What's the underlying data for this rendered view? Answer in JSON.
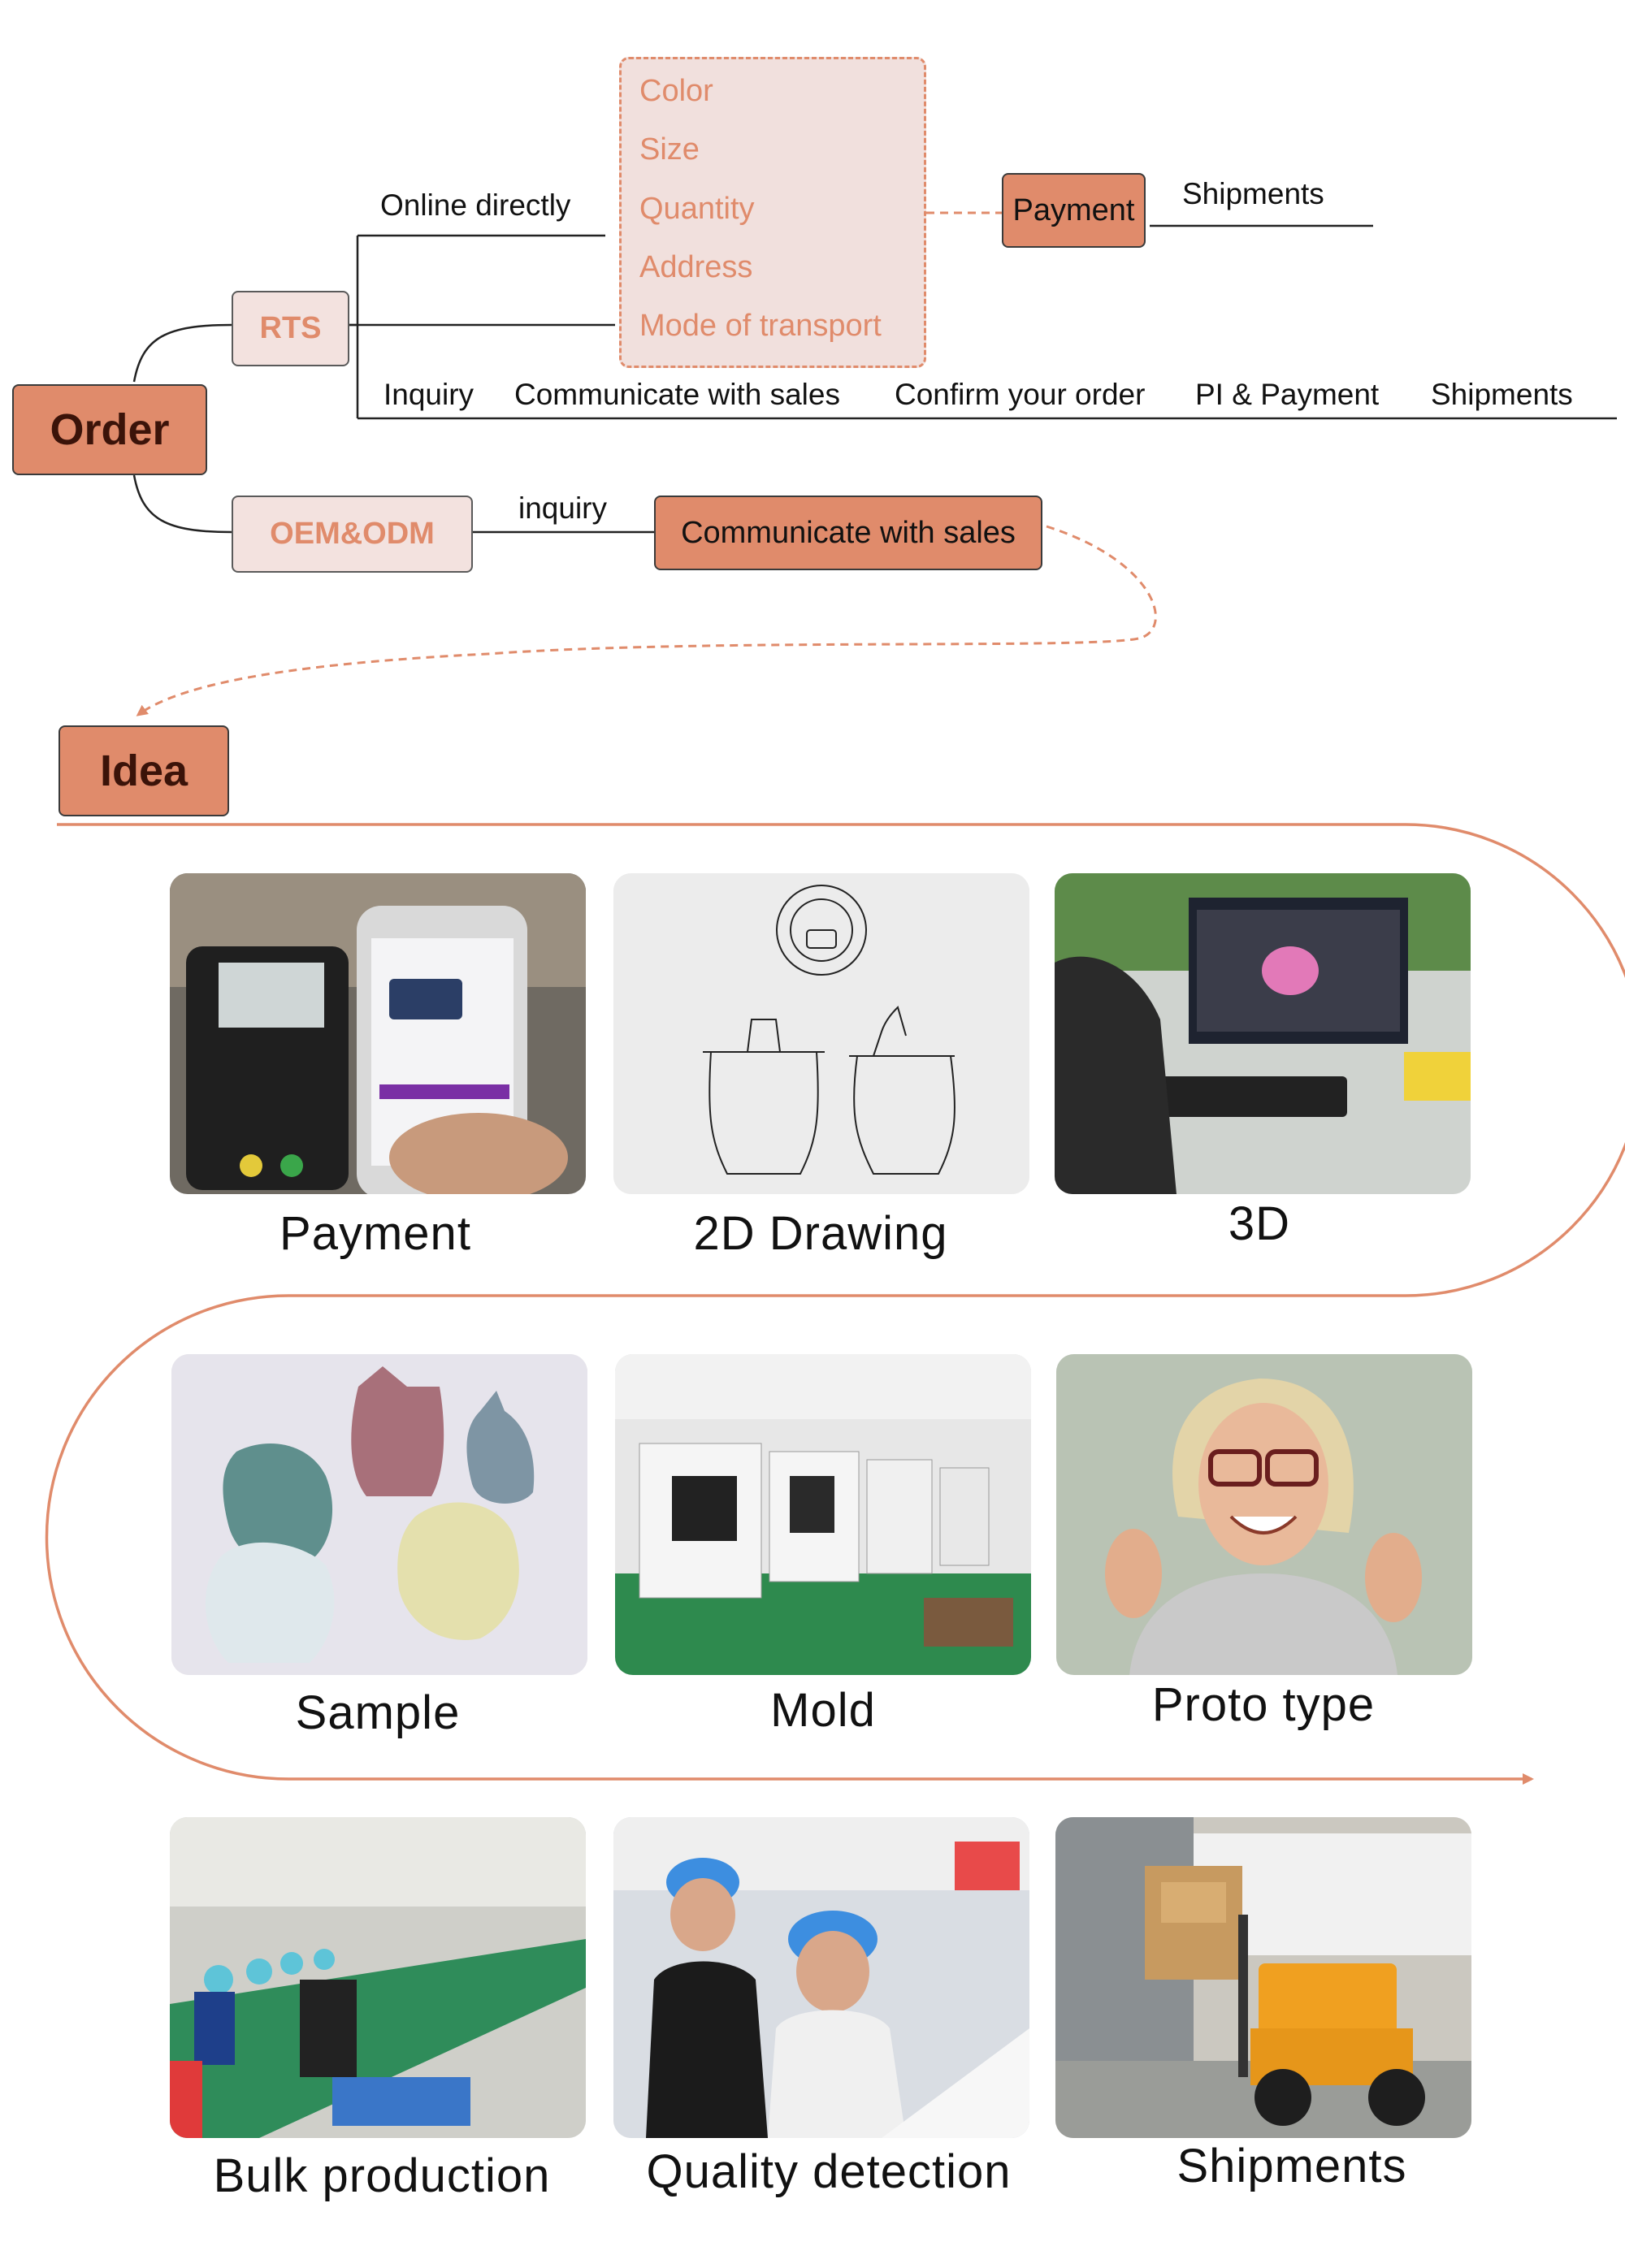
{
  "order": {
    "title": "Order",
    "rts": "RTS",
    "oem": "OEM&ODM",
    "online_label": "Online directly",
    "details": [
      "Color",
      "Size",
      "Quantity",
      "Address",
      "Mode of transport"
    ],
    "payment": "Payment",
    "shipments": "Shipments",
    "inquiry_steps": [
      "Inquiry",
      "Communicate with sales",
      "Confirm your order",
      "PI & Payment",
      "Shipments"
    ],
    "oem_inquiry": "inquiry",
    "oem_communicate": "Communicate with sales"
  },
  "idea": {
    "title": "Idea",
    "steps": [
      "Payment",
      "2D Drawing",
      "3D",
      "Sample",
      "Mold",
      "Proto type",
      "Bulk production",
      "Quality detection",
      "Shipments"
    ]
  },
  "colors": {
    "accent": "#e08b6b",
    "light": "#f3e2df",
    "dark_text": "#3b1309"
  }
}
